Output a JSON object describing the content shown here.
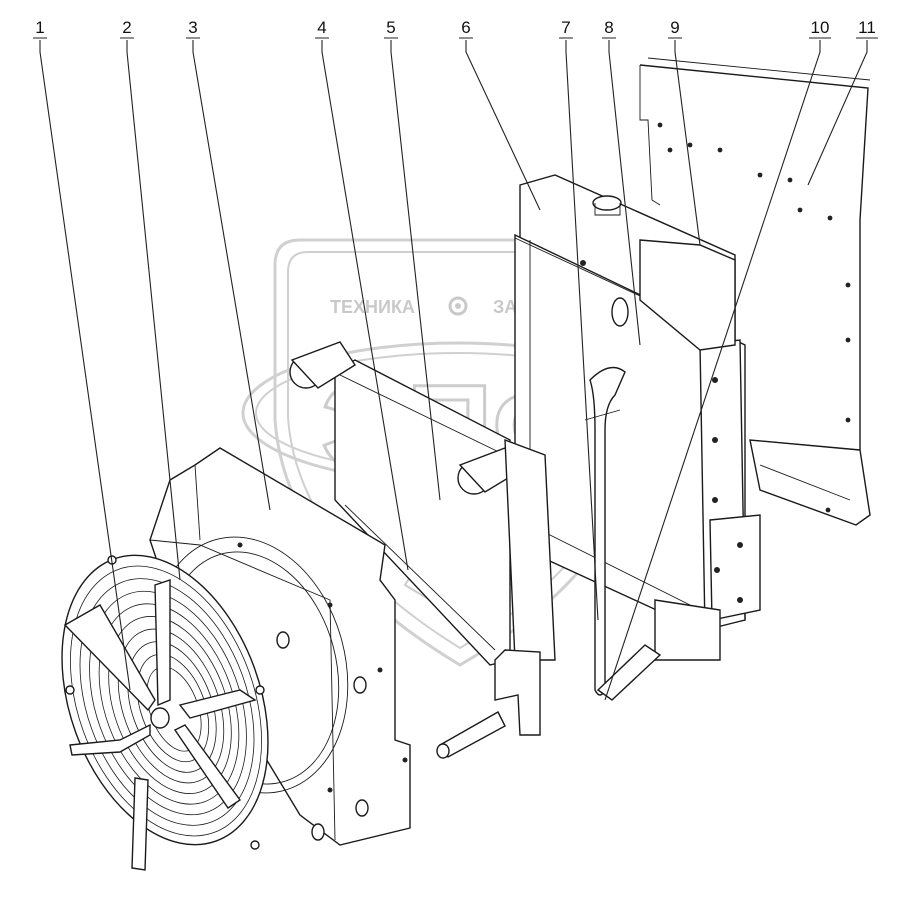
{
  "callouts": [
    {
      "label": "1"
    },
    {
      "label": "2"
    },
    {
      "label": "3"
    },
    {
      "label": "4"
    },
    {
      "label": "5"
    },
    {
      "label": "6"
    },
    {
      "label": "7"
    },
    {
      "label": "8"
    },
    {
      "label": "9"
    },
    {
      "label": "10"
    },
    {
      "label": "11"
    }
  ],
  "watermark": {
    "text_left": "ТЕХНИКА",
    "text_right": "ЗАПЧАСТИ",
    "logo_letters": "ЭПФ"
  }
}
